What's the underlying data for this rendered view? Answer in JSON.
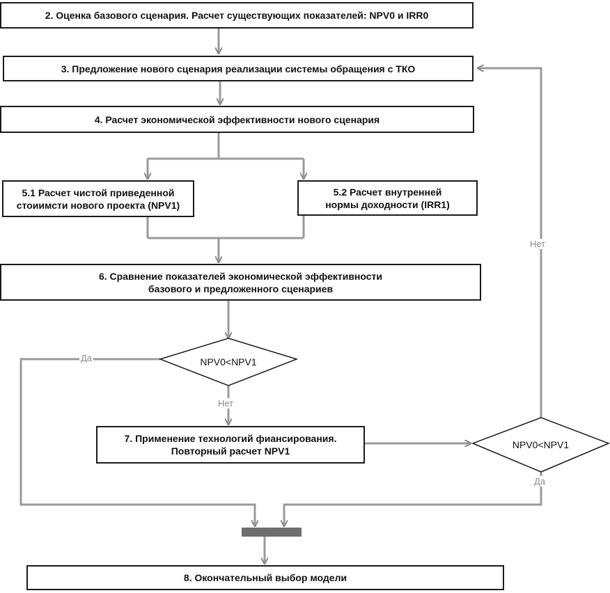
{
  "boxes": {
    "b2": "2. Оценка базового сценария. Расчет существующих показателей: NPV0 и IRR0",
    "b3": "3. Предложение нового сценария реализации системы обращения с ТКО",
    "b4": "4. Расчет экономической эффективности нового сценария",
    "b51_line1": "5.1 Расчет чистой приведенной",
    "b51_line2": "стоиимсти нового проекта (NPV1)",
    "b52_line1": "5.2 Расчет внутренней",
    "b52_line2": "нормы доходности (IRR1)",
    "b6_line1": "6. Сравнение показателей экономической эффективности",
    "b6_line2": "базового и предложенного сценариев",
    "b7_line1": "7. Применение технологий фиансирования.",
    "b7_line2": "Повторный расчет NPV1",
    "b8": "8. Окончательный выбор модели"
  },
  "decisions": {
    "d1": "NPV0<NPV1",
    "d2": "NPV0<NPV1"
  },
  "edge_labels": {
    "yes_left": "Да",
    "no_down": "Нет",
    "no_right": "Нет",
    "yes_bottom": "Да"
  },
  "colors": {
    "box_border": "#1a1a1a",
    "connector": "#9a9a9a",
    "label": "#8a8a8a",
    "merge_bar": "#6e6e6e"
  }
}
